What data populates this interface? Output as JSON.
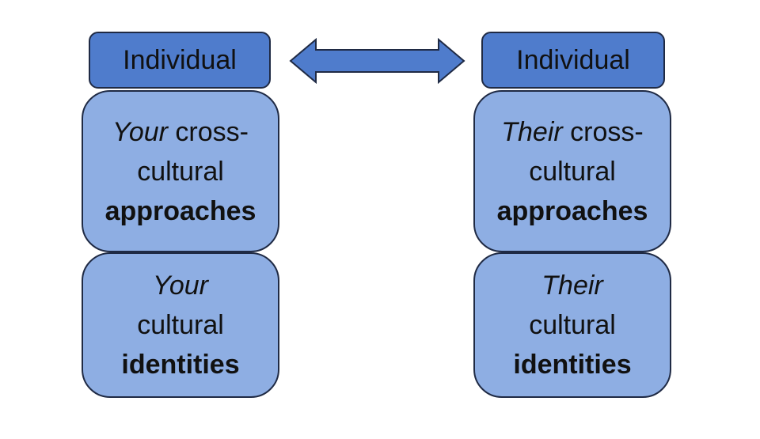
{
  "colors": {
    "header_fill": "#4f7ccc",
    "box_fill": "#8eaee3",
    "arrow_fill": "#4f7ccc",
    "outline": "#1f2a44"
  },
  "arrow": {
    "icon": "double-headed-arrow-icon"
  },
  "left": {
    "header": "Individual",
    "approaches": {
      "possessive": "Your",
      "rest": "cross-",
      "line2": "cultural",
      "line3": "approaches"
    },
    "identities": {
      "possessive": "Your",
      "line2": "cultural",
      "line3": "identities"
    }
  },
  "right": {
    "header": "Individual",
    "approaches": {
      "possessive": "Their",
      "rest": "cross-",
      "line2": "cultural",
      "line3": "approaches"
    },
    "identities": {
      "possessive": "Their",
      "line2": "cultural",
      "line3": "identities"
    }
  }
}
